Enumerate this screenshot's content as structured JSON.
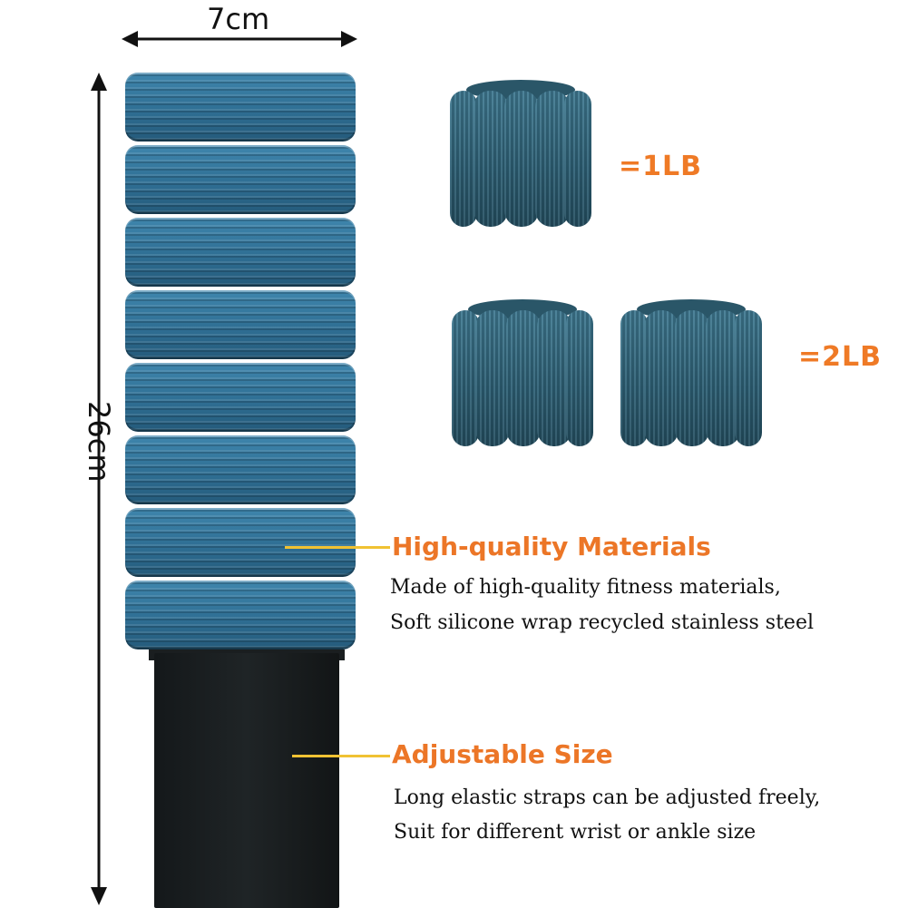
{
  "dimensions": {
    "width_label": "7cm",
    "height_label": "26cm"
  },
  "weights": {
    "one_ring_label": "=1LB",
    "two_ring_label": "=2LB"
  },
  "features": [
    {
      "title": "High-quality Materials",
      "lines": [
        "Made of high-quality fitness materials,",
        "Soft silicone wrap recycled stainless steel"
      ]
    },
    {
      "title": "Adjustable Size",
      "lines": [
        "Long elastic straps can be adjusted freely,",
        "Suit for different wrist or ankle size"
      ]
    }
  ],
  "colors": {
    "accent_orange": "#ec7627",
    "leader_yellow": "#f0c233",
    "product_blue": "#2f6f94",
    "ring_teal": "#2d5f74",
    "strap_black": "#1a1e20"
  }
}
